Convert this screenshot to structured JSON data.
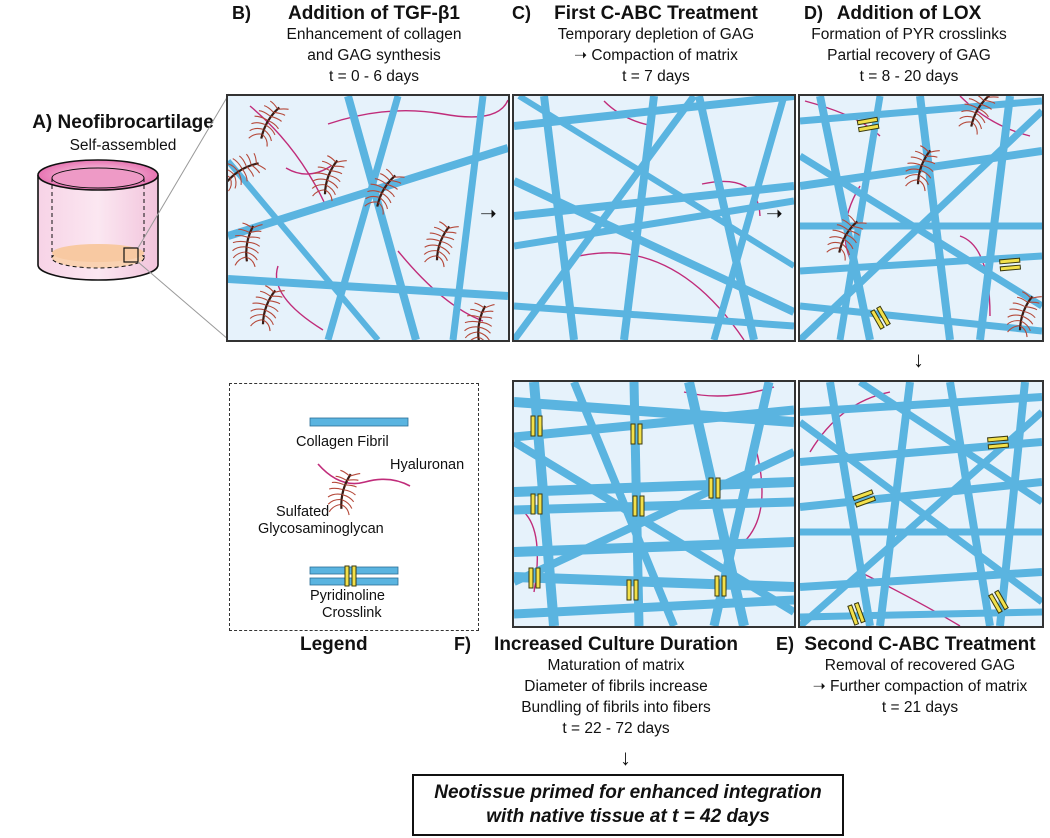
{
  "panelA": {
    "letter": "A)",
    "title": "Neofibrocartilage",
    "subtitle": "Self-assembled"
  },
  "panelB": {
    "letter": "B)",
    "title": "Addition of TGF-β1",
    "lines": [
      "Enhancement of collagen",
      "and GAG synthesis",
      "t = 0 - 6 days"
    ]
  },
  "panelC": {
    "letter": "C)",
    "title": "First C-ABC Treatment",
    "lines": [
      "Temporary depletion of GAG",
      "Compaction of matrix",
      "t = 7 days"
    ]
  },
  "panelD": {
    "letter": "D)",
    "title": "Addition of LOX",
    "lines": [
      "Formation of PYR crosslinks",
      "Partial recovery of GAG",
      "t = 8 - 20 days"
    ]
  },
  "panelE": {
    "letter": "E)",
    "title": "Second C-ABC Treatment",
    "lines": [
      "Removal of recovered GAG",
      "Further compaction of matrix",
      "t = 21 days"
    ]
  },
  "panelF": {
    "letter": "F)",
    "title": "Increased Culture Duration",
    "lines": [
      "Maturation of matrix",
      "Diameter of fibrils increase",
      "Bundling of fibrils into fibers",
      "t =  22 - 72 days"
    ]
  },
  "legend": {
    "title": "Legend",
    "collagen": "Collagen Fibril",
    "hyaluronan": "Hyaluronan",
    "gag1": "Sulfated",
    "gag2": "Glycosaminoglycan",
    "pyr1": "Pyridinoline",
    "pyr2": "Crosslink"
  },
  "final": {
    "line1": "Neotissue primed for enhanced integration",
    "line2": "with native tissue at t = 42 days"
  },
  "colors": {
    "fibril": "#5ab4e0",
    "fibrilStroke": "#2b6f97",
    "background": "#e6f2fb",
    "hyaluronan": "#c02c7a",
    "gag": "#b5493a",
    "crosslink": "#f2e04a"
  }
}
